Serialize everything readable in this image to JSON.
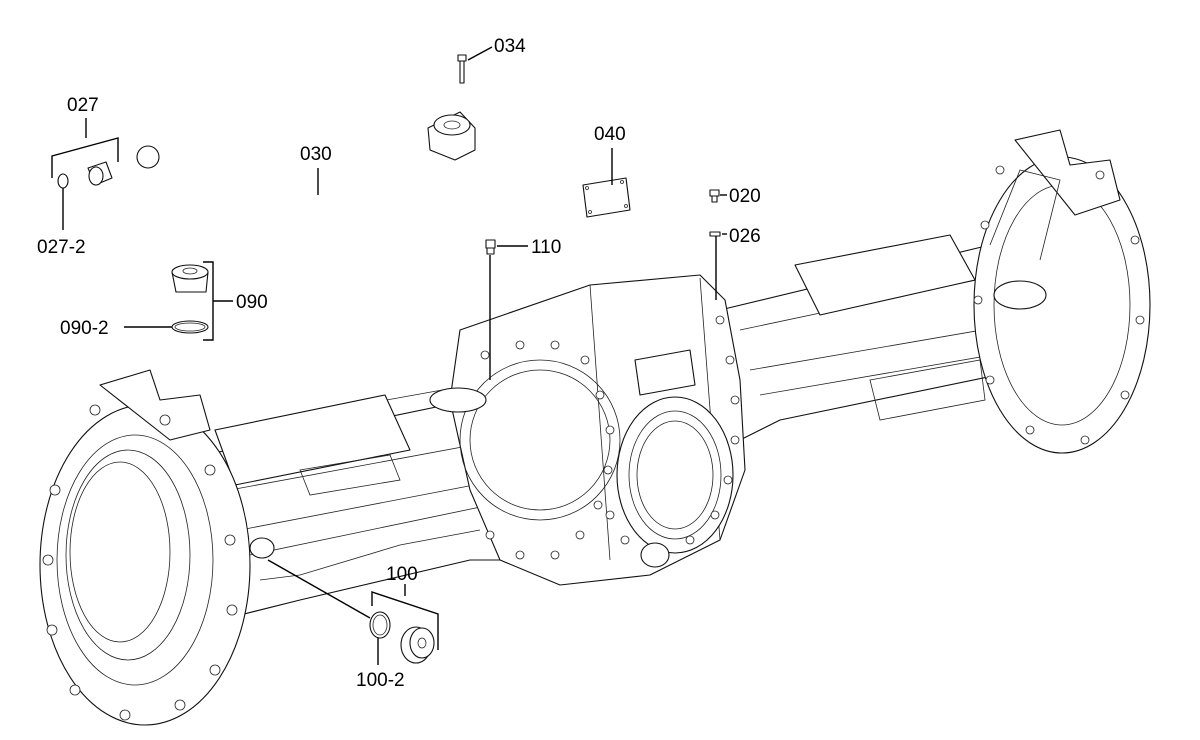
{
  "callouts": {
    "c034": "034",
    "c027": "027",
    "c030": "030",
    "c040": "040",
    "c020": "020",
    "c027_2": "027-2",
    "c110": "110",
    "c026": "026",
    "c090": "090",
    "c090_2": "090-2",
    "c100": "100",
    "c100_2": "100-2"
  },
  "colors": {
    "line": "#000000",
    "background": "#ffffff"
  }
}
